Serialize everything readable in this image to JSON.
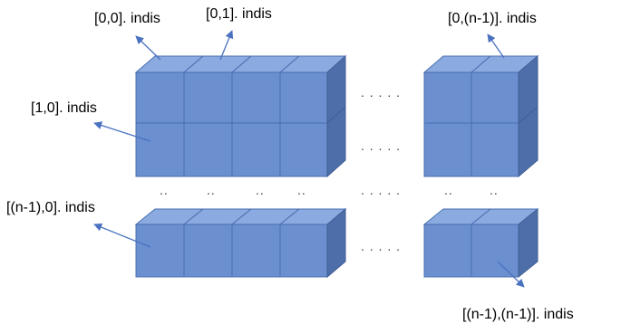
{
  "colors": {
    "cube_front": "#6b8fcf",
    "cube_top": "#8aaae0",
    "cube_side": "#4d6ea8",
    "arrow": "#4a72c0",
    "text": "#000000"
  },
  "labels": {
    "cell_0_0": "[0,0]. indis",
    "cell_0_1": "[0,1]. indis",
    "cell_0_last": "[0,(n-1)]. indis",
    "cell_1_0": "[1,0]. indis",
    "cell_last_0": "[(n-1),0]. indis",
    "cell_last_last": "[(n-1),(n-1)]. indis"
  },
  "ellipsis": {
    "horizontal": ". . . . .",
    "vertical": ".."
  }
}
